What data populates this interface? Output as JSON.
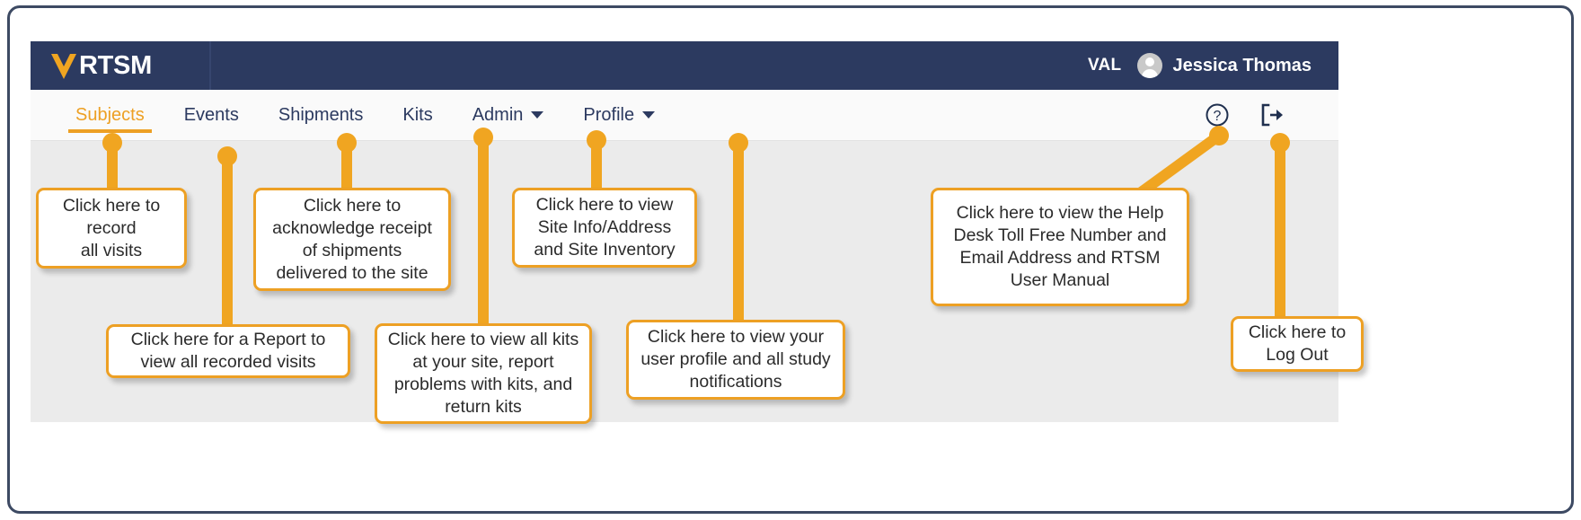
{
  "app": {
    "brand_name": "RTSM",
    "logo_icon": "veeva-v-logo-icon",
    "environment_label": "VAL",
    "user_name": "Jessica Thomas",
    "avatar_icon": "user-avatar-icon"
  },
  "nav": {
    "items": [
      {
        "label": "Subjects",
        "active": true,
        "has_caret": false
      },
      {
        "label": "Events",
        "active": false,
        "has_caret": false
      },
      {
        "label": "Shipments",
        "active": false,
        "has_caret": false
      },
      {
        "label": "Kits",
        "active": false,
        "has_caret": false
      },
      {
        "label": "Admin",
        "active": false,
        "has_caret": true
      },
      {
        "label": "Profile",
        "active": false,
        "has_caret": true
      }
    ],
    "help_icon": "help-question-circle-icon",
    "logout_icon": "logout-exit-arrow-icon"
  },
  "callouts": [
    {
      "id": "subjects",
      "text": "Click here to\nrecord\nall visits"
    },
    {
      "id": "events",
      "text": "Click here for a Report to\nview all recorded visits"
    },
    {
      "id": "shipments",
      "text": "Click here to\nacknowledge receipt\nof shipments\ndelivered to the site"
    },
    {
      "id": "kits",
      "text": "Click here to view all kits\nat your site, report\nproblems with kits, and\nreturn kits"
    },
    {
      "id": "admin",
      "text": "Click here to view\nSite Info/Address\nand Site Inventory"
    },
    {
      "id": "profile",
      "text": "Click here to view your\nuser profile and all study\nnotifications"
    },
    {
      "id": "help",
      "text": "Click here to view the Help\nDesk Toll Free Number and\nEmail Address and RTSM\nUser Manual"
    },
    {
      "id": "logout",
      "text": "Click here to\nLog Out"
    }
  ],
  "colors": {
    "header_navy": "#2c3a60",
    "accent_orange": "#eda024",
    "callout_border": "#eda024",
    "canvas_grey": "#ebebeb",
    "nav_text": "#2c3a60"
  }
}
